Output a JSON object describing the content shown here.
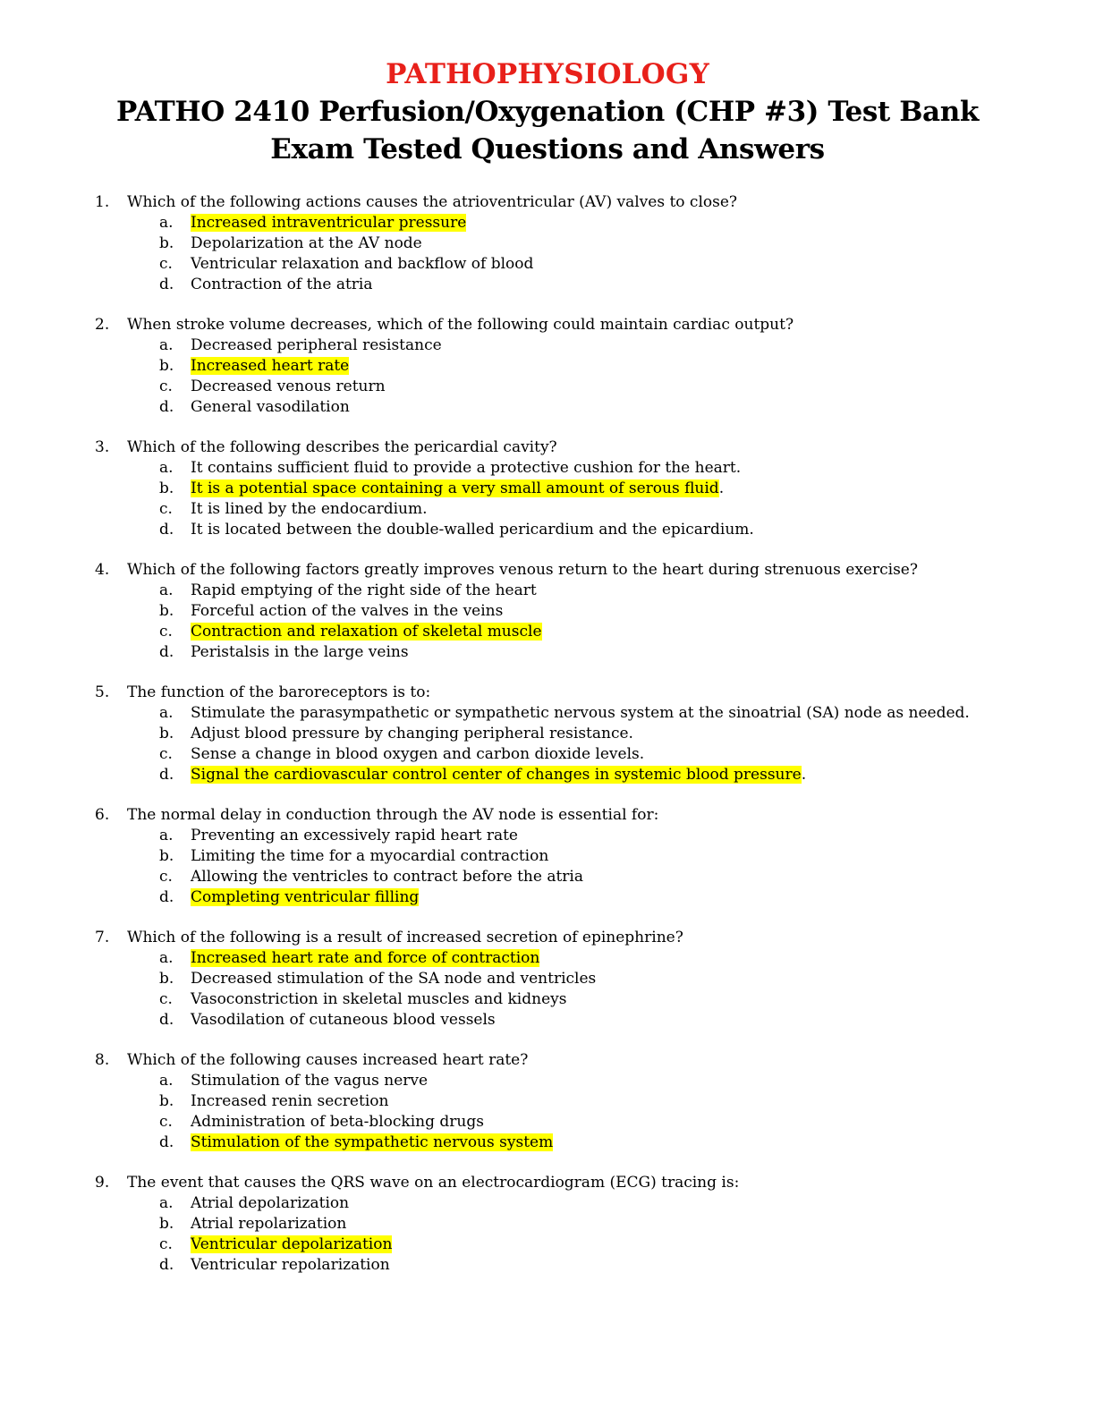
{
  "header": {
    "subject": "PATHOPHYSIOLOGY",
    "title_line1": "PATHO 2410 Perfusion/Oxygenation (CHP #3) Test Bank",
    "title_line2": "Exam Tested Questions and Answers"
  },
  "highlight_color": "#ffff00",
  "subject_color": "#e8201a",
  "questions": [
    {
      "number": "1.",
      "text": "Which of the following actions causes the atrioventricular (AV) valves to close?",
      "options": [
        {
          "letter": "a.",
          "text": "Increased intraventricular pressure",
          "after": "",
          "highlighted": true
        },
        {
          "letter": "b.",
          "text": "Depolarization at the AV node",
          "after": "",
          "highlighted": false
        },
        {
          "letter": "c.",
          "text": "Ventricular relaxation and backflow of blood",
          "after": "",
          "highlighted": false
        },
        {
          "letter": "d.",
          "text": "Contraction of the atria",
          "after": "",
          "highlighted": false
        }
      ]
    },
    {
      "number": "2.",
      "text": "When stroke volume decreases, which of the following could maintain cardiac output?",
      "options": [
        {
          "letter": "a.",
          "text": "Decreased peripheral resistance",
          "after": "",
          "highlighted": false
        },
        {
          "letter": "b.",
          "text": "Increased heart rate",
          "after": "",
          "highlighted": true
        },
        {
          "letter": "c.",
          "text": "Decreased venous return",
          "after": "",
          "highlighted": false
        },
        {
          "letter": "d.",
          "text": "General vasodilation",
          "after": "",
          "highlighted": false
        }
      ]
    },
    {
      "number": "3.",
      "text": "Which of the following describes the pericardial cavity?",
      "options": [
        {
          "letter": "a.",
          "text": "It contains sufficient fluid to provide a protective cushion for the heart.",
          "after": "",
          "highlighted": false
        },
        {
          "letter": "b.",
          "text": "It is a potential space containing a very small amount of serous fluid",
          "after": ".",
          "highlighted": true
        },
        {
          "letter": "c.",
          "text": "It is lined by the endocardium.",
          "after": "",
          "highlighted": false
        },
        {
          "letter": "d.",
          "text": "It is located between the double-walled pericardium and the epicardium.",
          "after": "",
          "highlighted": false
        }
      ]
    },
    {
      "number": "4.",
      "text": "Which of the following factors greatly improves venous return to the heart during strenuous exercise?",
      "options": [
        {
          "letter": "a.",
          "text": "Rapid emptying of the right side of the heart",
          "after": "",
          "highlighted": false
        },
        {
          "letter": "b.",
          "text": "Forceful action of the valves in the veins",
          "after": "",
          "highlighted": false
        },
        {
          "letter": "c.",
          "text": "Contraction and relaxation of skeletal muscle",
          "after": "",
          "highlighted": true
        },
        {
          "letter": "d.",
          "text": "Peristalsis in the large veins",
          "after": "",
          "highlighted": false
        }
      ]
    },
    {
      "number": "5.",
      "text": "The function of the baroreceptors is to:",
      "options": [
        {
          "letter": "a.",
          "text": "Stimulate the parasympathetic or sympathetic nervous system at the sinoatrial (SA) node as needed.",
          "after": "",
          "highlighted": false
        },
        {
          "letter": "b.",
          "text": "Adjust blood pressure by changing peripheral resistance.",
          "after": "",
          "highlighted": false
        },
        {
          "letter": "c.",
          "text": "Sense a change in blood oxygen and carbon dioxide levels.",
          "after": "",
          "highlighted": false
        },
        {
          "letter": "d.",
          "text": "Signal the cardiovascular control center of changes in systemic blood pressure",
          "after": ".",
          "highlighted": true
        }
      ]
    },
    {
      "number": "6.",
      "text": "The normal delay in conduction through the AV node is essential for:",
      "options": [
        {
          "letter": "a.",
          "text": "Preventing an excessively rapid heart rate",
          "after": "",
          "highlighted": false
        },
        {
          "letter": "b.",
          "text": "Limiting the time for a myocardial contraction",
          "after": "",
          "highlighted": false
        },
        {
          "letter": "c.",
          "text": "Allowing the ventricles to contract before the atria",
          "after": "",
          "highlighted": false
        },
        {
          "letter": "d.",
          "text": "Completing ventricular filling",
          "after": "",
          "highlighted": true
        }
      ]
    },
    {
      "number": "7.",
      "text": "Which of the following is a result of increased secretion of epinephrine?",
      "options": [
        {
          "letter": "a.",
          "text": "Increased heart rate and force of contraction",
          "after": "",
          "highlighted": true
        },
        {
          "letter": "b.",
          "text": "Decreased stimulation of the SA node and ventricles",
          "after": "",
          "highlighted": false
        },
        {
          "letter": "c.",
          "text": "Vasoconstriction in skeletal muscles and kidneys",
          "after": "",
          "highlighted": false
        },
        {
          "letter": "d.",
          "text": "Vasodilation of cutaneous blood vessels",
          "after": "",
          "highlighted": false
        }
      ]
    },
    {
      "number": "8.",
      "text": "Which of the following causes increased heart rate?",
      "options": [
        {
          "letter": "a.",
          "text": "Stimulation of the vagus nerve",
          "after": "",
          "highlighted": false
        },
        {
          "letter": "b.",
          "text": "Increased renin secretion",
          "after": "",
          "highlighted": false
        },
        {
          "letter": "c.",
          "text": "Administration of beta-blocking drugs",
          "after": "",
          "highlighted": false
        },
        {
          "letter": "d.",
          "text": "Stimulation of the sympathetic nervous system",
          "after": "",
          "highlighted": true
        }
      ]
    },
    {
      "number": "9.",
      "text": "The event that causes the QRS wave on an electrocardiogram (ECG) tracing is:",
      "options": [
        {
          "letter": "a.",
          "text": "Atrial depolarization",
          "after": "",
          "highlighted": false
        },
        {
          "letter": "b.",
          "text": "Atrial repolarization",
          "after": "",
          "highlighted": false
        },
        {
          "letter": "c.",
          "text": "Ventricular depolarization",
          "after": "",
          "highlighted": true
        },
        {
          "letter": "d.",
          "text": "Ventricular repolarization",
          "after": "",
          "highlighted": false
        }
      ]
    }
  ]
}
